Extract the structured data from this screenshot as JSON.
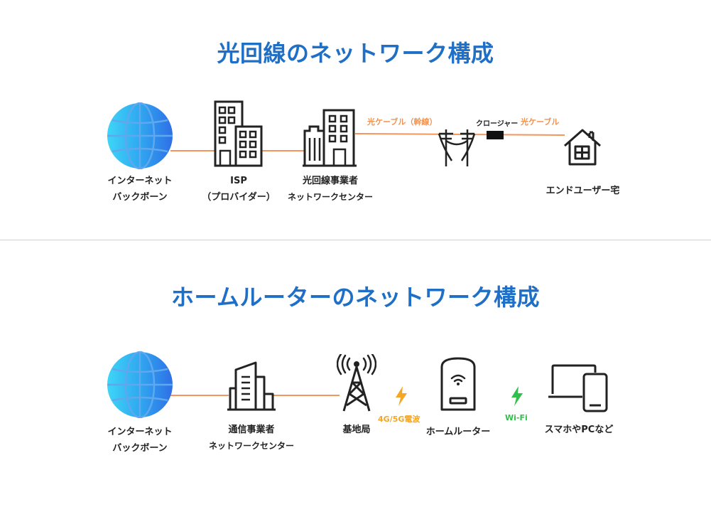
{
  "colors": {
    "title": "#1f6fc7",
    "wire": "#f5955a",
    "cable_label": "#f2924f",
    "radio_label": "#f5a623",
    "wifi_label": "#2fbf4a",
    "icon": "#222222",
    "globe_light": "#40d0f5",
    "globe_dark": "#2f6fe6"
  },
  "fiber": {
    "title": "光回線のネットワーク構成",
    "nodes": [
      {
        "icon": "globe-icon",
        "lines": [
          "インターネット",
          "バックボーン"
        ]
      },
      {
        "icon": "buildings-icon",
        "lines": [
          "ISP",
          "（プロバイダー）"
        ]
      },
      {
        "icon": "data-center-icon",
        "lines": [
          "光回線事業者",
          "ネットワークセンター"
        ]
      },
      {
        "icon": "house-icon",
        "lines": [
          "エンドユーザー宅"
        ]
      }
    ],
    "cable_labels": {
      "trunk": "光ケーブル（幹線）",
      "closure": "クロージャー",
      "drop": "光ケーブル"
    }
  },
  "router": {
    "title": "ホームルーターのネットワーク構成",
    "nodes": [
      {
        "icon": "globe-icon",
        "lines": [
          "インターネット",
          "バックボーン"
        ]
      },
      {
        "icon": "office-building-icon",
        "lines": [
          "通信事業者",
          "ネットワークセンター"
        ]
      },
      {
        "icon": "cell-tower-icon",
        "lines": [
          "基地局"
        ]
      },
      {
        "icon": "home-router-icon",
        "lines": [
          "ホームルーター"
        ]
      },
      {
        "icon": "laptop-phone-icon",
        "lines": [
          "スマホやPCなど"
        ]
      }
    ],
    "link_labels": {
      "radio": "4G/5G電波",
      "wifi": "Wi-Fi"
    }
  }
}
